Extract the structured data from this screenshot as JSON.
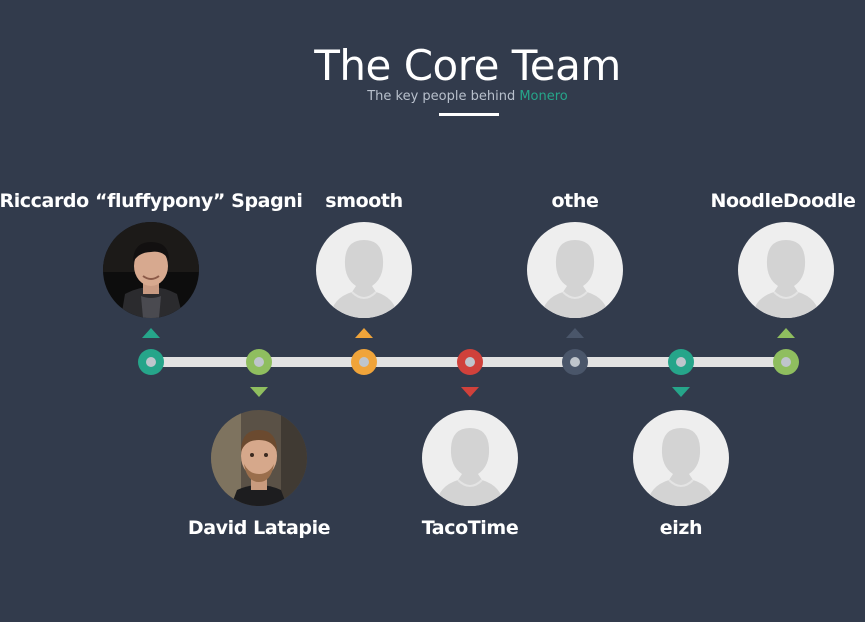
{
  "header": {
    "title": "The Core Team",
    "subtitle_prefix": "The key people behind ",
    "subtitle_accent": "Monero"
  },
  "colors": {
    "background": "#323b4c",
    "bar": "#e2e2e2",
    "accent": "#26a58a"
  },
  "team": [
    {
      "name": "Riccardo “fluffypony” Spagni",
      "position": "top",
      "color": "#26a58a",
      "avatar": "photo-dark-hair-man-icon"
    },
    {
      "name": "David Latapie",
      "position": "bottom",
      "color": "#8fbe5f",
      "avatar": "photo-bearded-man-icon"
    },
    {
      "name": "smooth",
      "position": "top",
      "color": "#f0a43a",
      "avatar": "default-avatar-icon"
    },
    {
      "name": "TacoTime",
      "position": "bottom",
      "color": "#d0413b",
      "avatar": "default-avatar-icon"
    },
    {
      "name": "othe",
      "position": "top",
      "color": "#4a566a",
      "avatar": "default-avatar-icon"
    },
    {
      "name": "eizh",
      "position": "bottom",
      "color": "#26a58a",
      "avatar": "default-avatar-icon"
    },
    {
      "name": "NoodleDoodle",
      "position": "top",
      "color": "#8fbe5f",
      "avatar": "default-avatar-icon"
    }
  ]
}
